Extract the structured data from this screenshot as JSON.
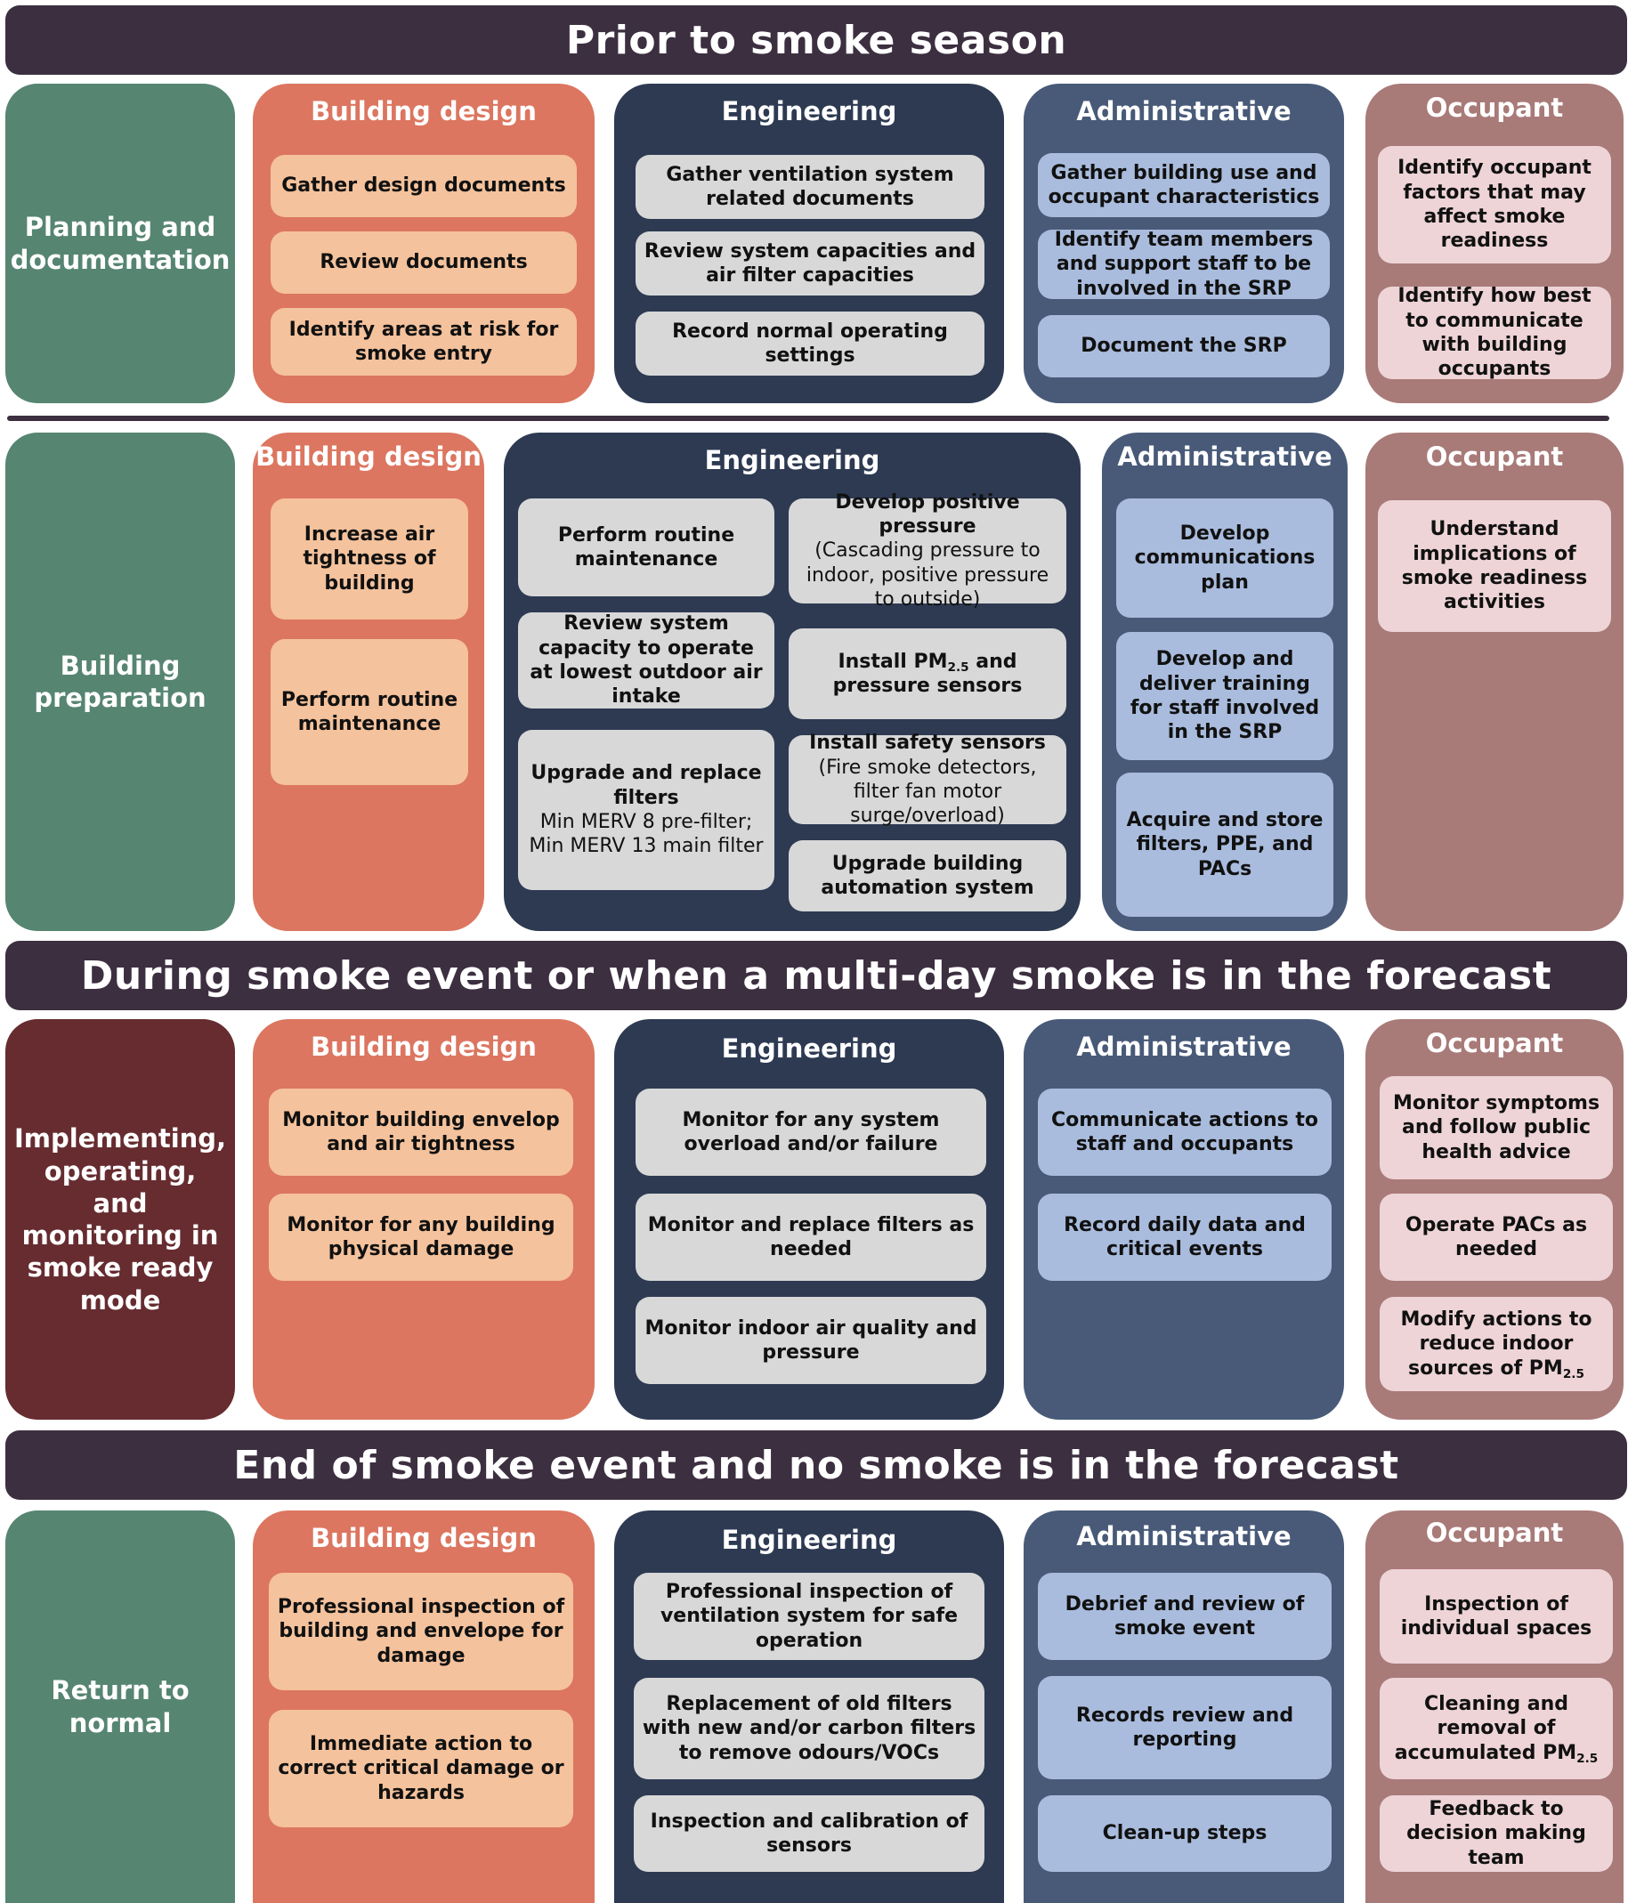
{
  "phases": {
    "prior": "Prior to smoke season",
    "during": "During smoke event or when a multi-day smoke is in the forecast",
    "end": "End of smoke event and no smoke is in the forecast"
  },
  "stages": {
    "planning": "Planning and documentation",
    "preparation": "Building preparation",
    "implementing": "Implementing, operating, and monitoring in smoke ready mode",
    "return": "Return to normal"
  },
  "columns": {
    "building_design": "Building design",
    "engineering": "Engineering",
    "administrative": "Administrative",
    "occupant": "Occupant"
  },
  "planning": {
    "building_design": [
      "Gather design documents",
      "Review documents",
      "Identify areas at risk for smoke entry"
    ],
    "engineering": [
      "Gather ventilation system related documents",
      "Review system capacities and air filter capacities",
      "Record normal operating settings"
    ],
    "administrative": [
      "Gather building use and occupant characteristics",
      "Identify team members and support staff to be involved in the SRP",
      "Document the SRP"
    ],
    "occupant": [
      "Identify occupant factors that may affect smoke readiness",
      "Identify how best to communicate with building occupants"
    ]
  },
  "preparation": {
    "building_design": [
      "Increase air tightness of building",
      "Perform routine maintenance"
    ],
    "engineering": {
      "routine": "Perform routine maintenance",
      "review_capacity": "Review system capacity to operate at lowest outdoor air intake",
      "upgrade_filters_title": "Upgrade and replace filters",
      "upgrade_filters_detail": "Min MERV 8 pre-filter; Min MERV 13 main filter",
      "positive_title": "Develop positive pressure",
      "positive_detail": "(Cascading pressure to indoor, positive pressure to outside)",
      "install_pm_pre": "Install PM",
      "install_pm_sub": "2.5",
      "install_pm_post": " and pressure sensors",
      "safety_title": "Install safety sensors",
      "safety_detail": " (Fire smoke detectors, filter fan motor surge/overload)",
      "automation": "Upgrade building automation system"
    },
    "administrative": [
      "Develop communications plan",
      "Develop and deliver training for staff involved in the SRP",
      "Acquire and store filters, PPE, and PACs"
    ],
    "occupant": [
      "Understand implications of smoke readiness activities"
    ]
  },
  "implementing": {
    "building_design": [
      "Monitor building envelop and air tightness",
      "Monitor for any building physical damage"
    ],
    "engineering": [
      "Monitor for any system overload and/or failure",
      "Monitor and replace filters as needed",
      "Monitor indoor air quality and pressure"
    ],
    "administrative": [
      "Communicate actions to staff and occupants",
      "Record daily data and critical events"
    ],
    "occupant": {
      "symptoms": "Monitor symptoms and follow public health advice",
      "pacs": "Operate PACs as needed",
      "modify_pre": "Modify actions to reduce indoor sources of PM",
      "modify_sub": "2.5"
    }
  },
  "return": {
    "building_design": [
      "Professional inspection of building and envelope for damage",
      "Immediate action to correct critical damage or hazards"
    ],
    "engineering": [
      "Professional inspection of ventilation system for safe operation",
      "Replacement of old filters with new and/or carbon filters to remove odours/VOCs",
      "Inspection and calibration of sensors"
    ],
    "administrative": [
      "Debrief and review of smoke event",
      "Records review and reporting",
      "Clean-up steps"
    ],
    "occupant": {
      "inspection": "Inspection of individual spaces",
      "cleaning_pre": "Cleaning and removal of accumulated PM",
      "cleaning_sub": "2.5",
      "feedback": "Feedback to decision making team"
    }
  },
  "colors": {
    "band": "#3c2f40",
    "stage_green": "#568572",
    "stage_maroon": "#662c30",
    "building_design": "#dc7660",
    "engineering": "#2d3a52",
    "administrative": "#485a78",
    "occupant": "#a87a78"
  }
}
